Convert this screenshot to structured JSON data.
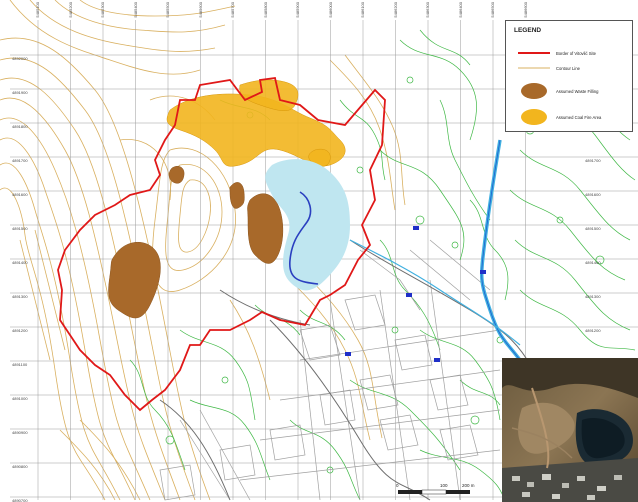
{
  "legend": {
    "title": "LEGEND",
    "items": [
      {
        "label": "Border of Vitovlić Site",
        "symbol": "line",
        "color": "#e01818"
      },
      {
        "label": "Contour Line",
        "symbol": "line",
        "color": "#d9b060"
      },
      {
        "label": "Assumed Waste Filling",
        "symbol": "ellipse",
        "color": "#a8692a"
      },
      {
        "label": "Assumed Coal Fire Area",
        "symbol": "ellipse",
        "color": "#f2b51e"
      }
    ]
  },
  "map": {
    "colors": {
      "background": "#ffffff",
      "grid": "#9a9a9a",
      "contour": "#d9b060",
      "vegetation": "#3fb845",
      "buildings": "#a0a0a0",
      "water": "#bfe6f0",
      "lake_edge": "#2a3fc0",
      "river": "#40b0e0",
      "border": "#e01818",
      "waste": "#a8692a",
      "coal_fire": "#f2b51e"
    },
    "easting_labels": [
      "5485100",
      "5485200",
      "5485300",
      "5485400",
      "5485500",
      "5485600",
      "5485700",
      "5485800",
      "5485900",
      "5486000",
      "5486100",
      "5486200",
      "5486300",
      "5486400",
      "5486500",
      "5486600"
    ],
    "northing_labels": [
      "4892000",
      "4891900",
      "4891800",
      "4891700",
      "4891600",
      "4891500",
      "4891400",
      "4891300",
      "4891200",
      "4891100",
      "4891000",
      "4890900",
      "4890800",
      "4890700"
    ],
    "scale_labels": [
      "0",
      "100",
      "200 m"
    ]
  }
}
